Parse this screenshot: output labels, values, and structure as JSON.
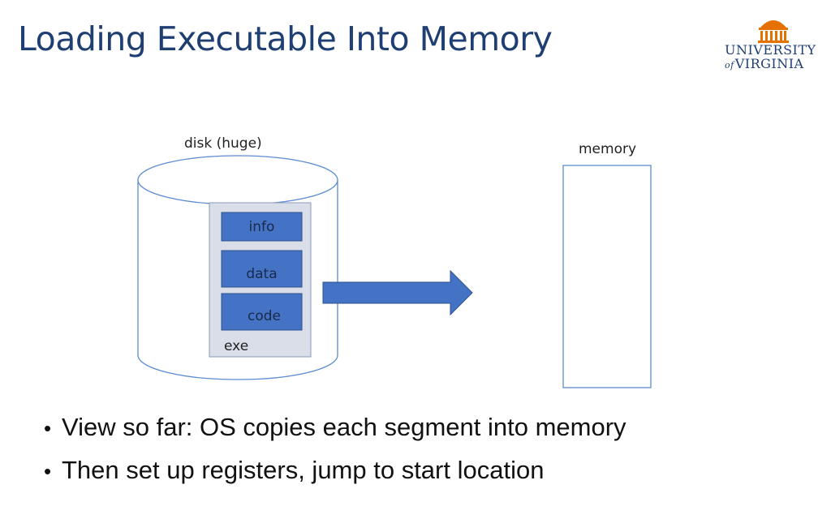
{
  "slide": {
    "title": "Loading Executable Into Memory",
    "logo": {
      "line1": "UNIVERSITY",
      "of_text": "of",
      "line2": "VIRGINIA",
      "accent_color": "#e57200",
      "text_color": "#1f3f73"
    }
  },
  "diagram": {
    "disk_label": "disk (huge)",
    "memory_label": "memory",
    "exe_label": "exe",
    "segments": [
      "info",
      "data",
      "code"
    ],
    "arrow_direction": "right",
    "colors": {
      "segment_fill": "#4472c4",
      "exe_fill": "#d9dee8",
      "outline": "#5b8bd1",
      "arrow": "#4472c4"
    }
  },
  "bullets": [
    "View so far: OS copies each segment into memory",
    "Then set up registers, jump to start location"
  ]
}
